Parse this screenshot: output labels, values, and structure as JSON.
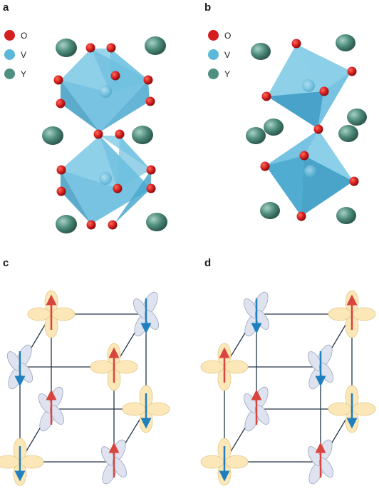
{
  "panels": {
    "a": "a",
    "b": "b",
    "c": "c",
    "d": "d"
  },
  "legend": [
    {
      "label": "O",
      "color": "#d41f1f"
    },
    {
      "label": "V",
      "color": "#5ab8d8"
    },
    {
      "label": "Y",
      "color": "#4f8f7f"
    }
  ],
  "colors": {
    "octahedron": "#5fb9dc",
    "oxygen": "#d41f1f",
    "yttrium": "#4f8c7c",
    "orbital_yellow": "#fbe7b8",
    "orbital_blue": "#dfe3f0",
    "arrow_red": "#d8453e",
    "arrow_blue": "#1f7fbf",
    "edge": "#243447"
  }
}
